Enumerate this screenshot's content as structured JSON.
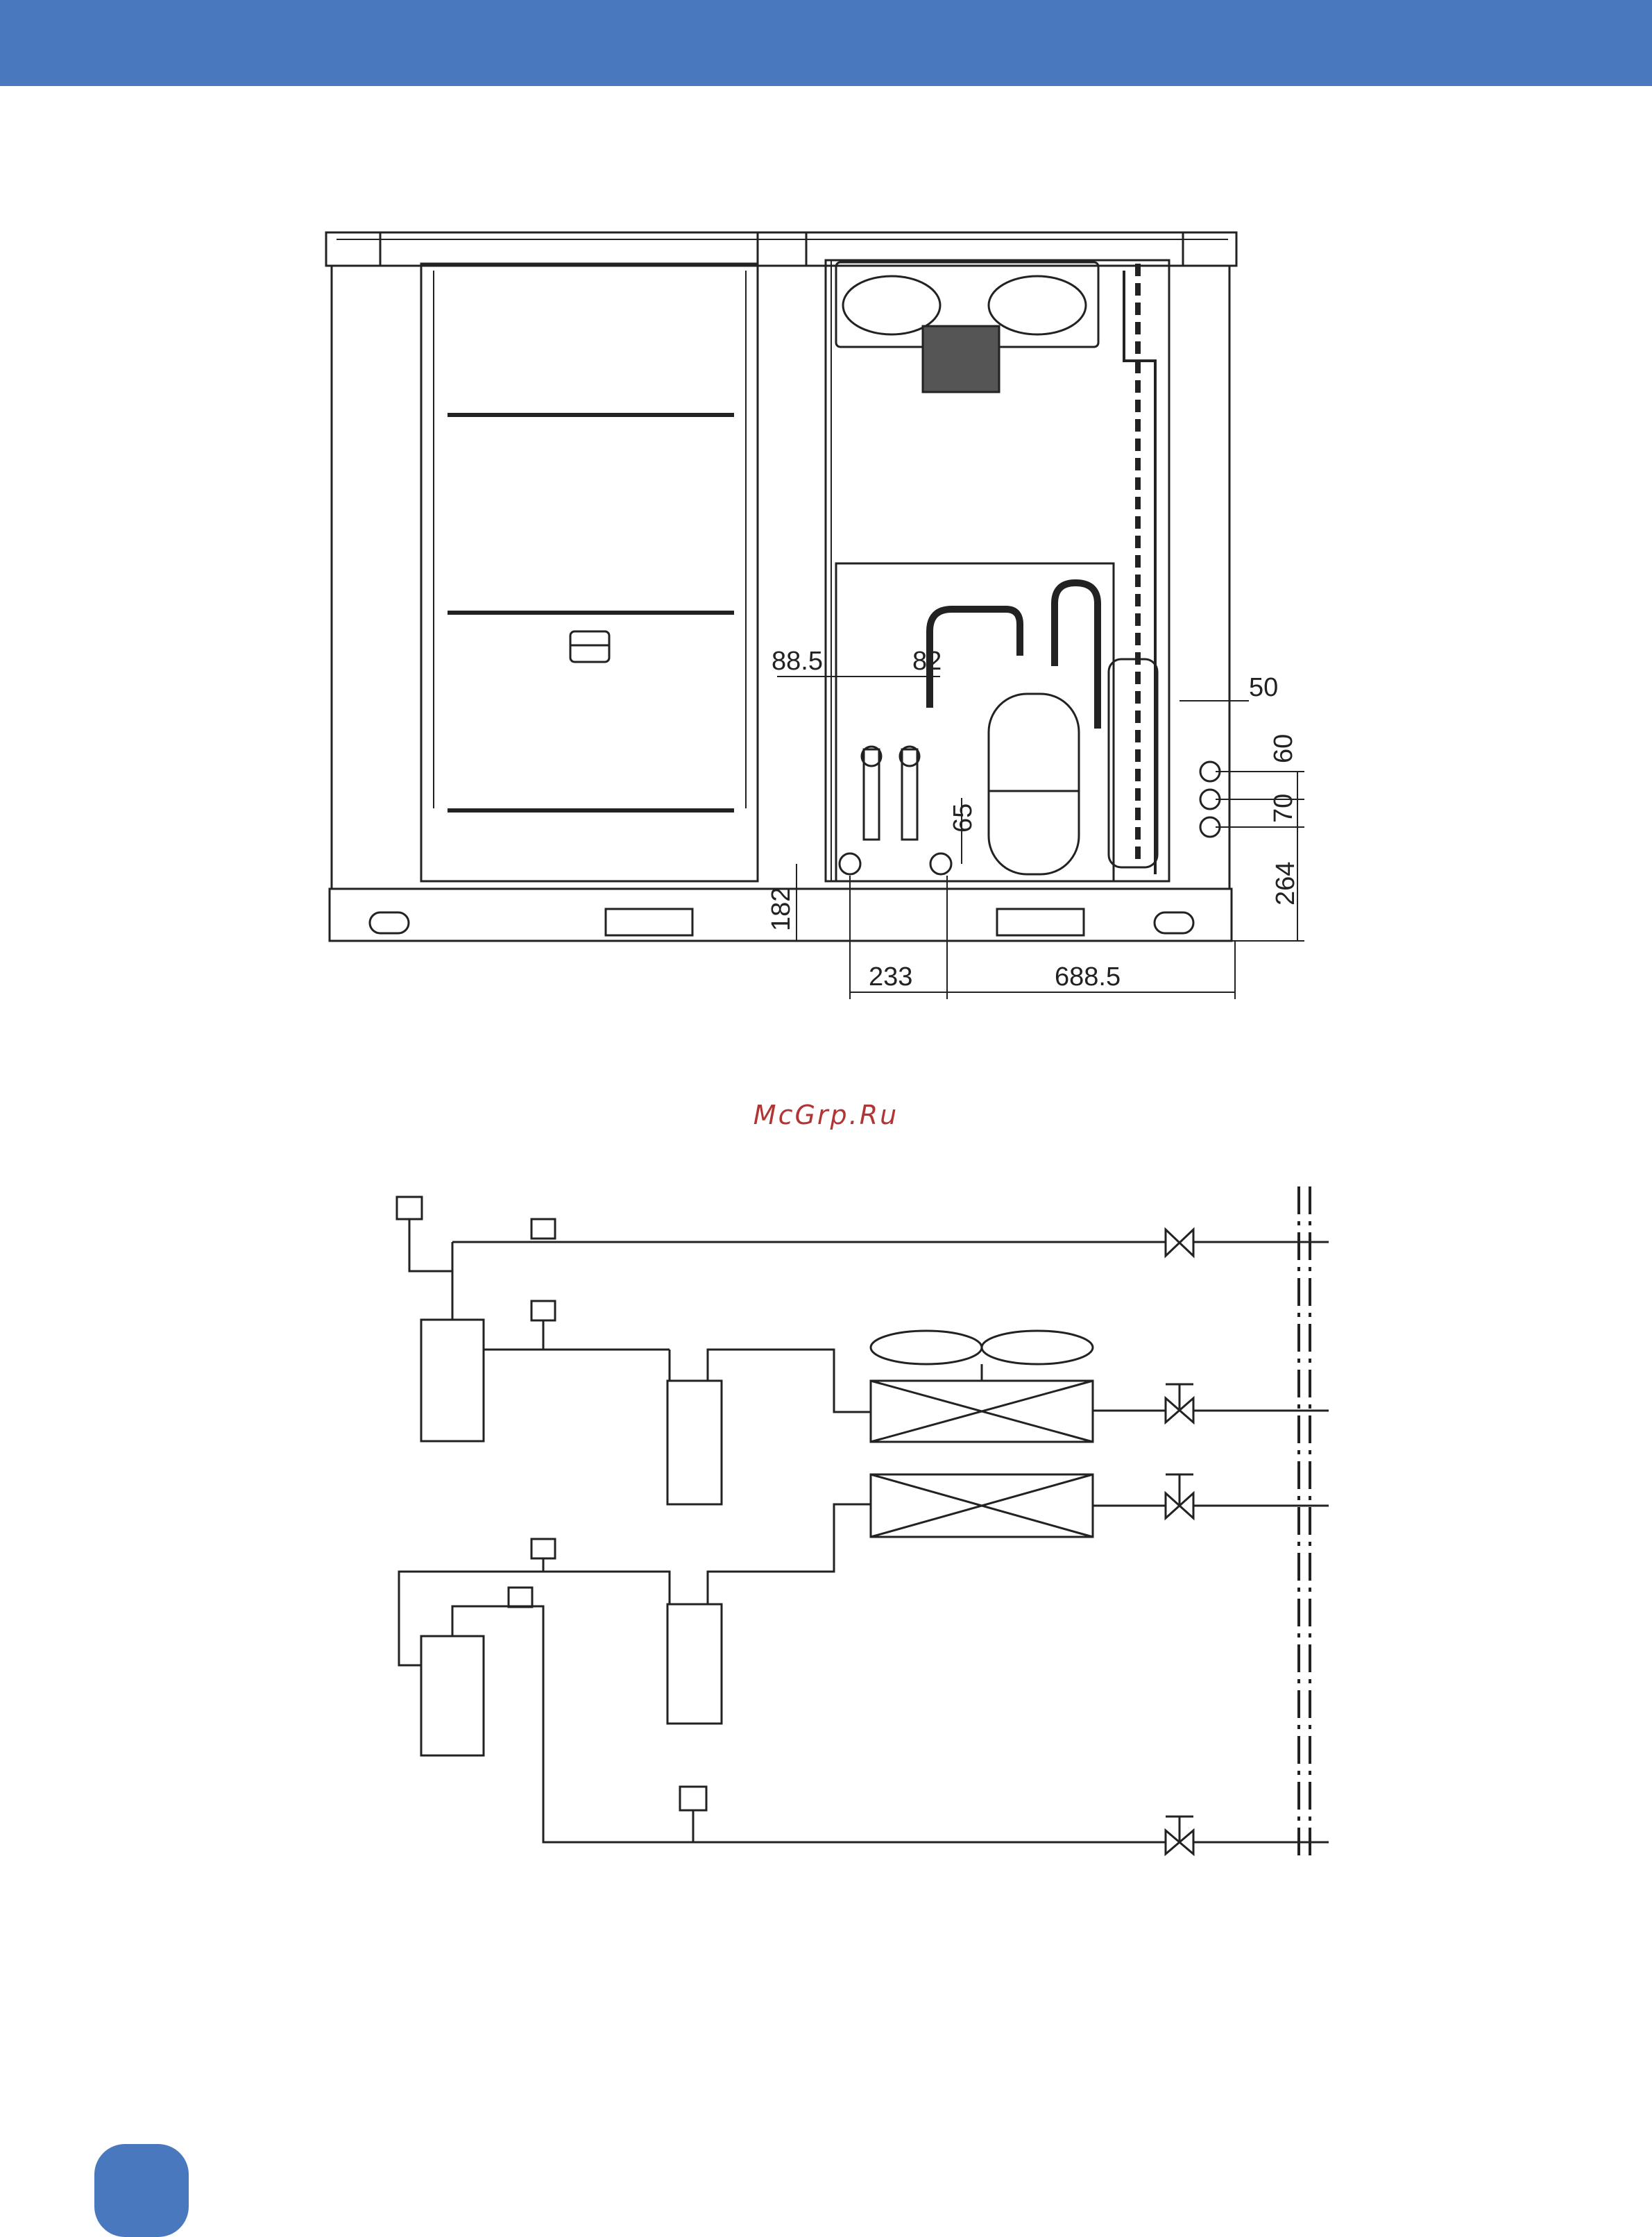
{
  "colors": {
    "header": "#4a78be",
    "badge": "#4a78be",
    "watermark": "#b23535",
    "line": "#222222"
  },
  "watermark": "McGrp.Ru",
  "dimensions": {
    "d_88_5": "88.5",
    "d_82": "82",
    "d_50": "50",
    "d_60": "60",
    "d_70": "70",
    "d_65": "65",
    "d_264": "264",
    "d_182": "182",
    "d_233": "233",
    "d_688_5": "688.5"
  }
}
